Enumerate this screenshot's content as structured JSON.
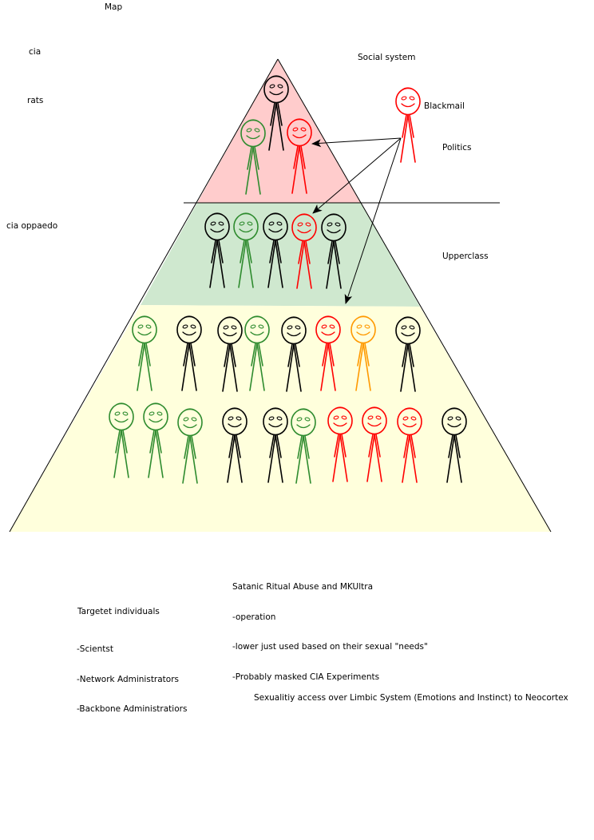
{
  "labels": {
    "map": "Map",
    "cia": "cia",
    "rats": "rats",
    "cia_oppaedo": "cia oppaedo",
    "social_system": "Social system",
    "blackmail": "Blackmail",
    "politics": "Politics",
    "upperclass": "Upperclass"
  },
  "notes": {
    "satanic": [
      "Satanic Ritual Abuse and MKUltra",
      "-operation",
      "-lower just used based on their sexual \"needs\"",
      "-Probably masked CIA Experiments"
    ],
    "targeted_title": "Targetet individuals",
    "targeted_items": [
      "-Scientst",
      "-Network Administrators",
      "-Backbone Administratiors"
    ],
    "sexuality": "Sexualitiy access over Limbic System (Emotions and Instinct) to Neocortex"
  },
  "colors": {
    "top_tier": "#ffcccc",
    "middle_tier": "#cfe8cf",
    "bottom_tier": "#ffffdc",
    "black_figure": "#000000",
    "green_figure": "#2e8b2e",
    "red_figure": "#ff0000",
    "orange_figure": "#ff9900"
  },
  "figures": {
    "top_tier": [
      "black",
      "green",
      "red"
    ],
    "outside": [
      "red"
    ],
    "middle_tier": [
      "black",
      "green",
      "black",
      "red",
      "black"
    ],
    "bottom_row_1": [
      "green",
      "black",
      "black",
      "green",
      "black",
      "red",
      "orange",
      "black"
    ],
    "bottom_row_2": [
      "green",
      "green",
      "green",
      "black",
      "black",
      "green",
      "red",
      "red",
      "red",
      "black"
    ]
  }
}
